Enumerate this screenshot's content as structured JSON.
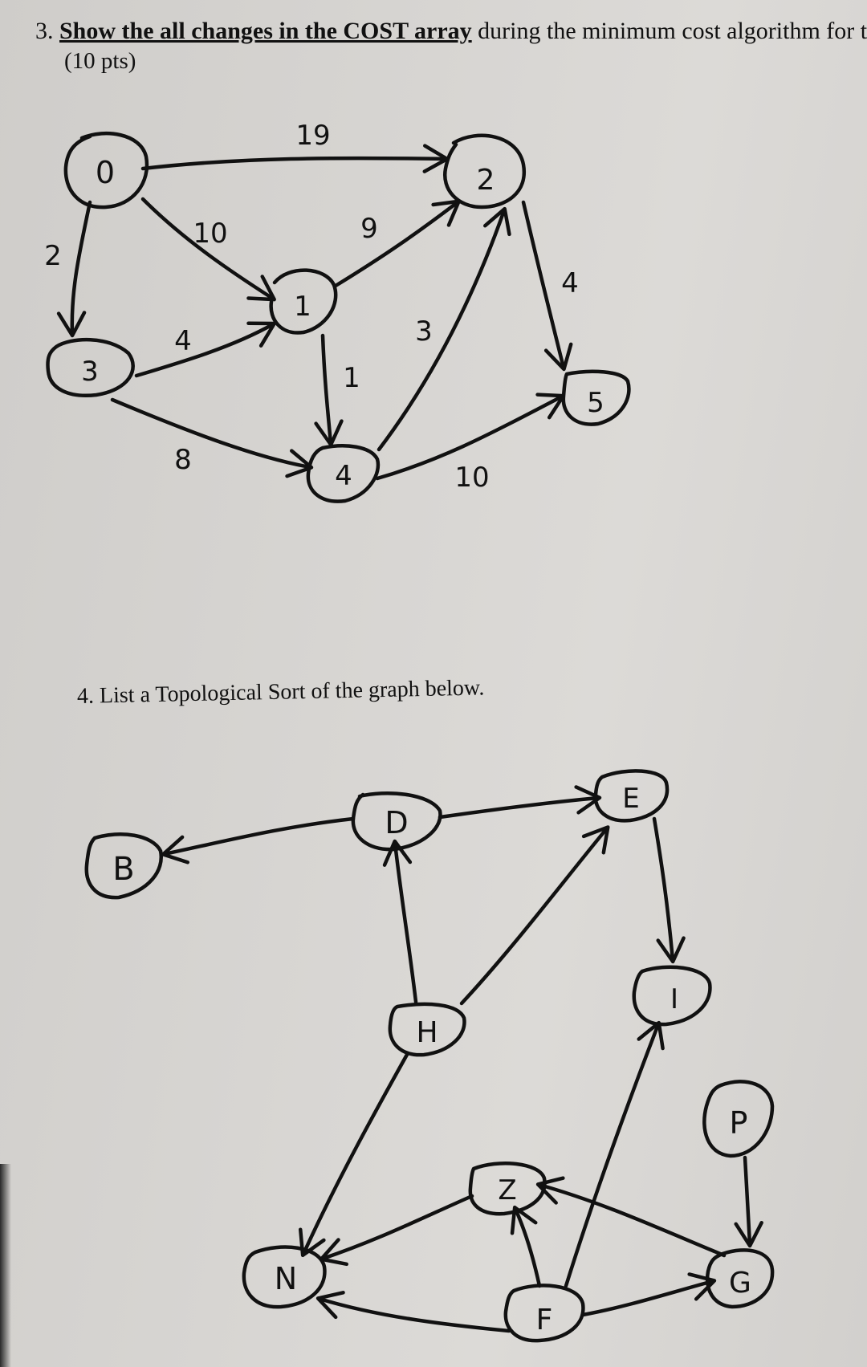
{
  "question3": {
    "number": "3.",
    "bold_text": "Show the all changes in the COST array",
    "rest_text": " during the minimum cost algorithm for th",
    "points": "(10 pts)"
  },
  "question4": {
    "text": "4. List a Topological Sort of the graph below."
  },
  "graph1": {
    "nodes": [
      "0",
      "1",
      "2",
      "3",
      "4",
      "5"
    ],
    "edges": [
      {
        "from": "0",
        "to": "2",
        "weight": "19"
      },
      {
        "from": "0",
        "to": "1",
        "weight": "10"
      },
      {
        "from": "0",
        "to": "3",
        "weight": "2"
      },
      {
        "from": "1",
        "to": "2",
        "weight": "9"
      },
      {
        "from": "3",
        "to": "1",
        "weight": "4"
      },
      {
        "from": "1",
        "to": "4",
        "weight": "1"
      },
      {
        "from": "4",
        "to": "2",
        "weight": "3"
      },
      {
        "from": "2",
        "to": "5",
        "weight": "4"
      },
      {
        "from": "3",
        "to": "4",
        "weight": "8"
      },
      {
        "from": "4",
        "to": "5",
        "weight": "10"
      }
    ]
  },
  "graph2": {
    "nodes": [
      "B",
      "D",
      "E",
      "H",
      "I",
      "P",
      "Z",
      "N",
      "F",
      "G"
    ],
    "edges": [
      {
        "from": "D",
        "to": "B"
      },
      {
        "from": "D",
        "to": "E"
      },
      {
        "from": "H",
        "to": "D"
      },
      {
        "from": "H",
        "to": "E"
      },
      {
        "from": "E",
        "to": "I"
      },
      {
        "from": "H",
        "to": "N"
      },
      {
        "from": "Z",
        "to": "N"
      },
      {
        "from": "F",
        "to": "N"
      },
      {
        "from": "F",
        "to": "Z"
      },
      {
        "from": "F",
        "to": "I"
      },
      {
        "from": "G",
        "to": "Z"
      },
      {
        "from": "F",
        "to": "G"
      },
      {
        "from": "P",
        "to": "G"
      }
    ]
  }
}
